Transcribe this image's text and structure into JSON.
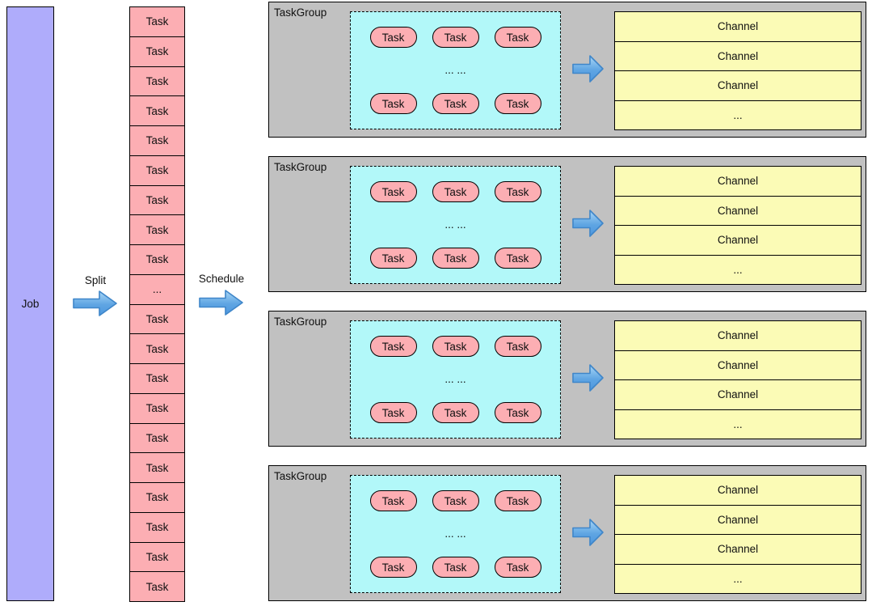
{
  "job": {
    "label": "Job"
  },
  "flow": {
    "split_label": "Split",
    "schedule_label": "Schedule"
  },
  "task_column": {
    "cells": [
      "Task",
      "Task",
      "Task",
      "Task",
      "Task",
      "Task",
      "Task",
      "Task",
      "Task",
      "...",
      "Task",
      "Task",
      "Task",
      "Task",
      "Task",
      "Task",
      "Task",
      "Task",
      "Task",
      "Task"
    ]
  },
  "groups": [
    {
      "label": "TaskGroup",
      "tasks": [
        "Task",
        "Task",
        "Task",
        "Task",
        "Task",
        "Task"
      ],
      "ellipsis": "... ...",
      "channels": [
        "Channel",
        "Channel",
        "Channel",
        "..."
      ]
    },
    {
      "label": "TaskGroup",
      "tasks": [
        "Task",
        "Task",
        "Task",
        "Task",
        "Task",
        "Task"
      ],
      "ellipsis": "... ...",
      "channels": [
        "Channel",
        "Channel",
        "Channel",
        "..."
      ]
    },
    {
      "label": "TaskGroup",
      "tasks": [
        "Task",
        "Task",
        "Task",
        "Task",
        "Task",
        "Task"
      ],
      "ellipsis": "... ...",
      "channels": [
        "Channel",
        "Channel",
        "Channel",
        "..."
      ]
    },
    {
      "label": "TaskGroup",
      "tasks": [
        "Task",
        "Task",
        "Task",
        "Task",
        "Task",
        "Task"
      ],
      "ellipsis": "... ...",
      "channels": [
        "Channel",
        "Channel",
        "Channel",
        "..."
      ]
    }
  ],
  "colors": {
    "job_fill": "#afacfb",
    "task_fill": "#fcaeb3",
    "taskgroup_fill": "#c1c1c1",
    "task_pool_fill": "#b2f8f9",
    "channel_fill": "#fbfbb6",
    "arrow_fill_top": "#a9d6f6",
    "arrow_fill_bottom": "#4d97de",
    "arrow_stroke": "#3f86c9",
    "border": "#000000"
  }
}
